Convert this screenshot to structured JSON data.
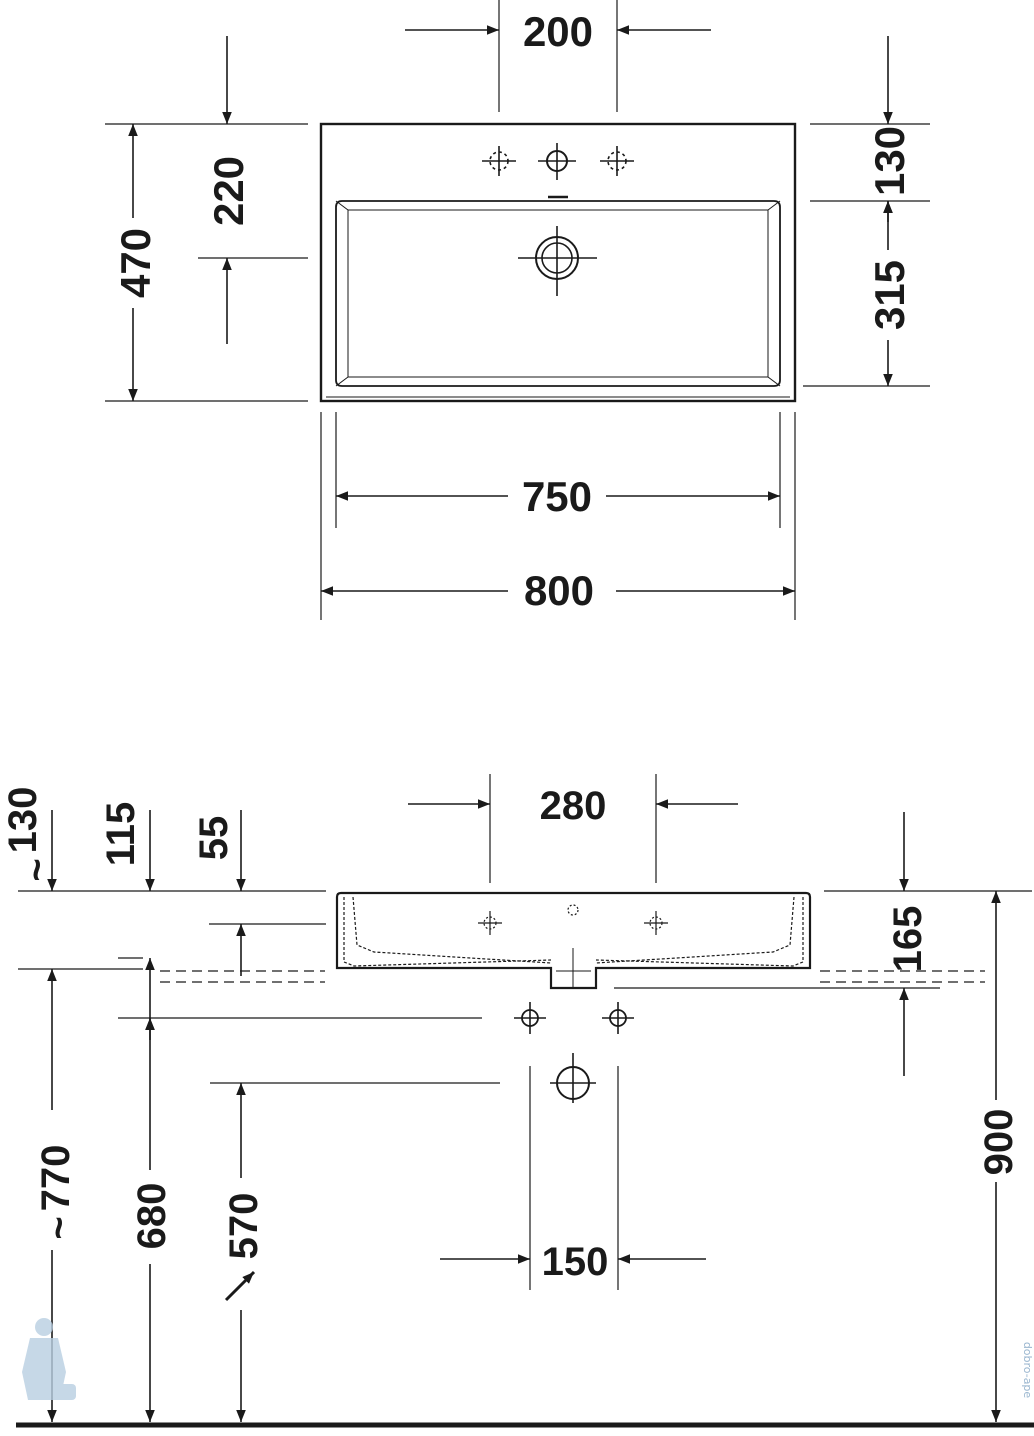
{
  "top_view": {
    "dims": {
      "tap_spacing": "200",
      "depth": "470",
      "tap_to_waste": "220",
      "back_to_bowl": "130",
      "bowl_depth": "315",
      "bowl_width": "750",
      "overall_width": "800"
    }
  },
  "front_view": {
    "dims": {
      "tilde_top": "~",
      "height_a": "130",
      "height_b": "115",
      "height_c": "55",
      "tap_spread": "280",
      "basin_height": "165",
      "tilde_770": "~",
      "floor_770": "770",
      "floor_680": "680",
      "floor_570": "570",
      "supply_spacing": "150",
      "floor_900": "900"
    }
  },
  "watermark": {
    "text": "dobro-ape"
  },
  "colors": {
    "line": "#1a1a1a",
    "watermark": "#9ab6cf"
  }
}
